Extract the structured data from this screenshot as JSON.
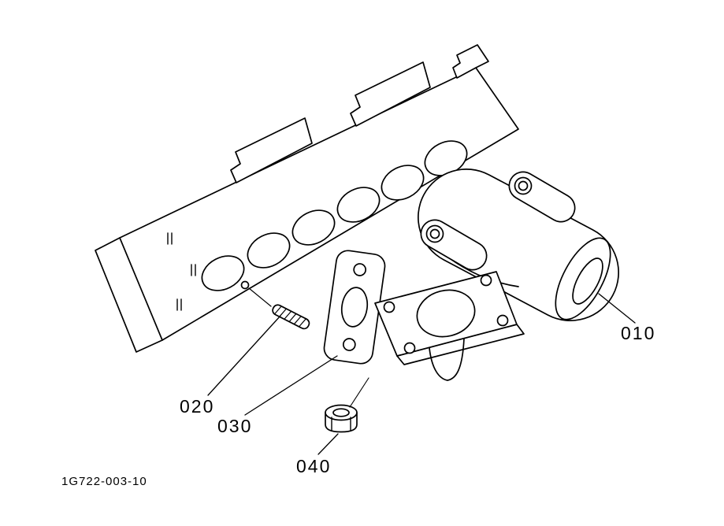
{
  "diagram": {
    "drawing_number": "1G722-003-10",
    "callouts": {
      "manifold": "010",
      "stud": "020",
      "gasket": "030",
      "nut": "040"
    },
    "colors": {
      "line": "#000000",
      "background": "#ffffff"
    }
  }
}
